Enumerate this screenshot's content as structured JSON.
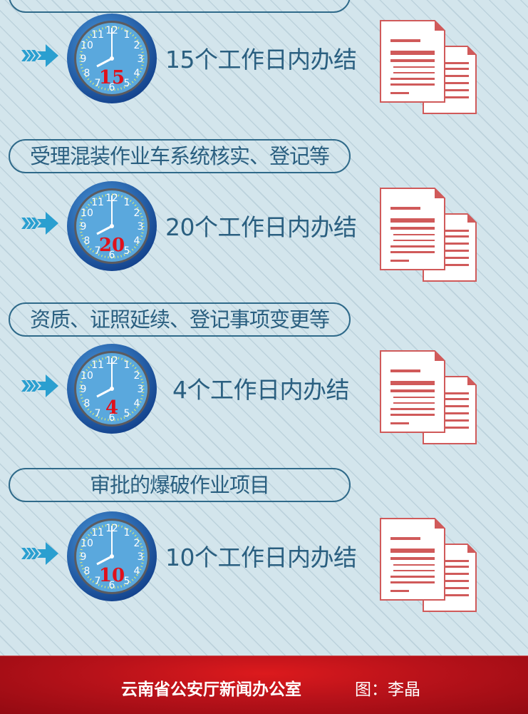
{
  "items": [
    {
      "category": "",
      "days_badge": "15",
      "duration_text": "15个工作日内办结"
    },
    {
      "category": "受理混装作业车系统核实、登记等",
      "days_badge": "20",
      "duration_text": "20个工作日内办结"
    },
    {
      "category": "资质、证照延续、登记事项变更等",
      "days_badge": "4",
      "duration_text": "4个工作日内办结"
    },
    {
      "category": "审批的爆破作业项目",
      "days_badge": "10",
      "duration_text": "10个工作日内办结"
    }
  ],
  "clock": {
    "numerals": [
      "12",
      "1",
      "2",
      "3",
      "4",
      "5",
      "6",
      "7",
      "8",
      "9",
      "10",
      "11"
    ],
    "time": "8:00"
  },
  "icons": {
    "arrow": "triple-chevron-arrow-icon",
    "clock": "clock-icon",
    "documents": "documents-icon"
  },
  "colors": {
    "text": "#2a5f80",
    "badge": "#e0101a",
    "clock_face": "#5aa8dd",
    "clock_rim": "#1f5aa8",
    "doc_red": "#d05a5a",
    "footer_red": "#c4141b",
    "arrow": "#2a9fd0"
  },
  "footer": {
    "org": "云南省公安厅新闻办公室",
    "credit": "图：李晶"
  }
}
